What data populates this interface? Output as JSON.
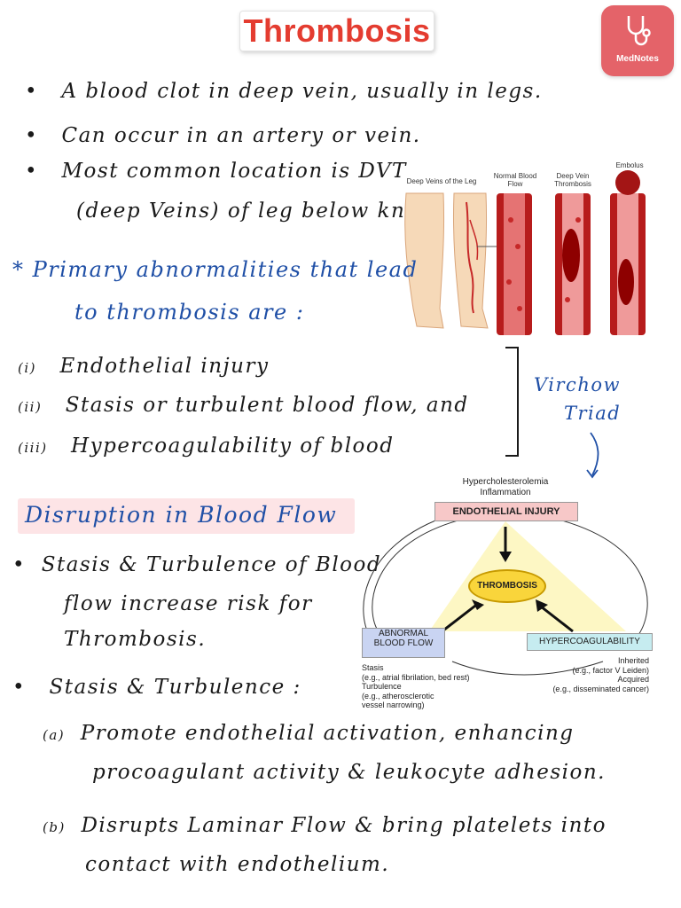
{
  "title": "Thrombosis",
  "logo": {
    "label": "MedNotes",
    "icon": "stethoscope-icon"
  },
  "intro_bullets": [
    "A blood clot in deep vein, usually in legs.",
    "Can occur in an artery or vein.",
    "Most common location is DVT",
    "(deep Veins) of leg below knee."
  ],
  "primary": {
    "line1": "* Primary abnormalities that lead",
    "line2": "to thrombosis are :"
  },
  "virchow_items": [
    {
      "num": "(i)",
      "text": "Endothelial injury"
    },
    {
      "num": "(ii)",
      "text": "Stasis or turbulent blood flow, and"
    },
    {
      "num": "(iii)",
      "text": "Hypercoagulability of blood"
    }
  ],
  "virchow_label": {
    "line1": "Virchow",
    "line2": "Triad"
  },
  "vein_image": {
    "labels": [
      "Deep Veins of the Leg",
      "Normal Blood Flow",
      "Deep Vein Thrombosis",
      "Embolus"
    ]
  },
  "disruption_heading": "Disruption in Blood Flow",
  "disruption_bullets": {
    "b1_line1": "Stasis & Turbulence of Blood",
    "b1_line2": "flow increase risk for",
    "b1_line3": "Thrombosis.",
    "b2": "Stasis & Turbulence :"
  },
  "effects": [
    {
      "num": "(a)",
      "line1": "Promote endothelial activation, enhancing",
      "line2": "procoagulant activity & leukocyte adhesion."
    },
    {
      "num": "(b)",
      "line1": "Disrupts Laminar Flow & bring platelets into",
      "line2": "contact with endothelium."
    }
  ],
  "triad_diagram": {
    "top_note_1": "Hypercholesterolemia",
    "top_note_2": "Inflammation",
    "top": "ENDOTHELIAL INJURY",
    "center": "THROMBOSIS",
    "left_1": "ABNORMAL",
    "left_2": "BLOOD FLOW",
    "right": "HYPERCOAGULABILITY",
    "left_notes": [
      "Stasis",
      "(e.g., atrial fibrilation, bed rest)",
      "Turbulence",
      "(e.g., atherosclerotic",
      "vessel narrowing)"
    ],
    "right_notes": [
      "Inherited",
      "(e.g., factor V Leiden)",
      "Acquired",
      "(e.g., disseminated cancer)"
    ]
  },
  "colors": {
    "title_red": "#e43c30",
    "handwriting_blue": "#1f4fa6",
    "heading_pink": "#fde4e6",
    "logo_red": "#e46369"
  }
}
